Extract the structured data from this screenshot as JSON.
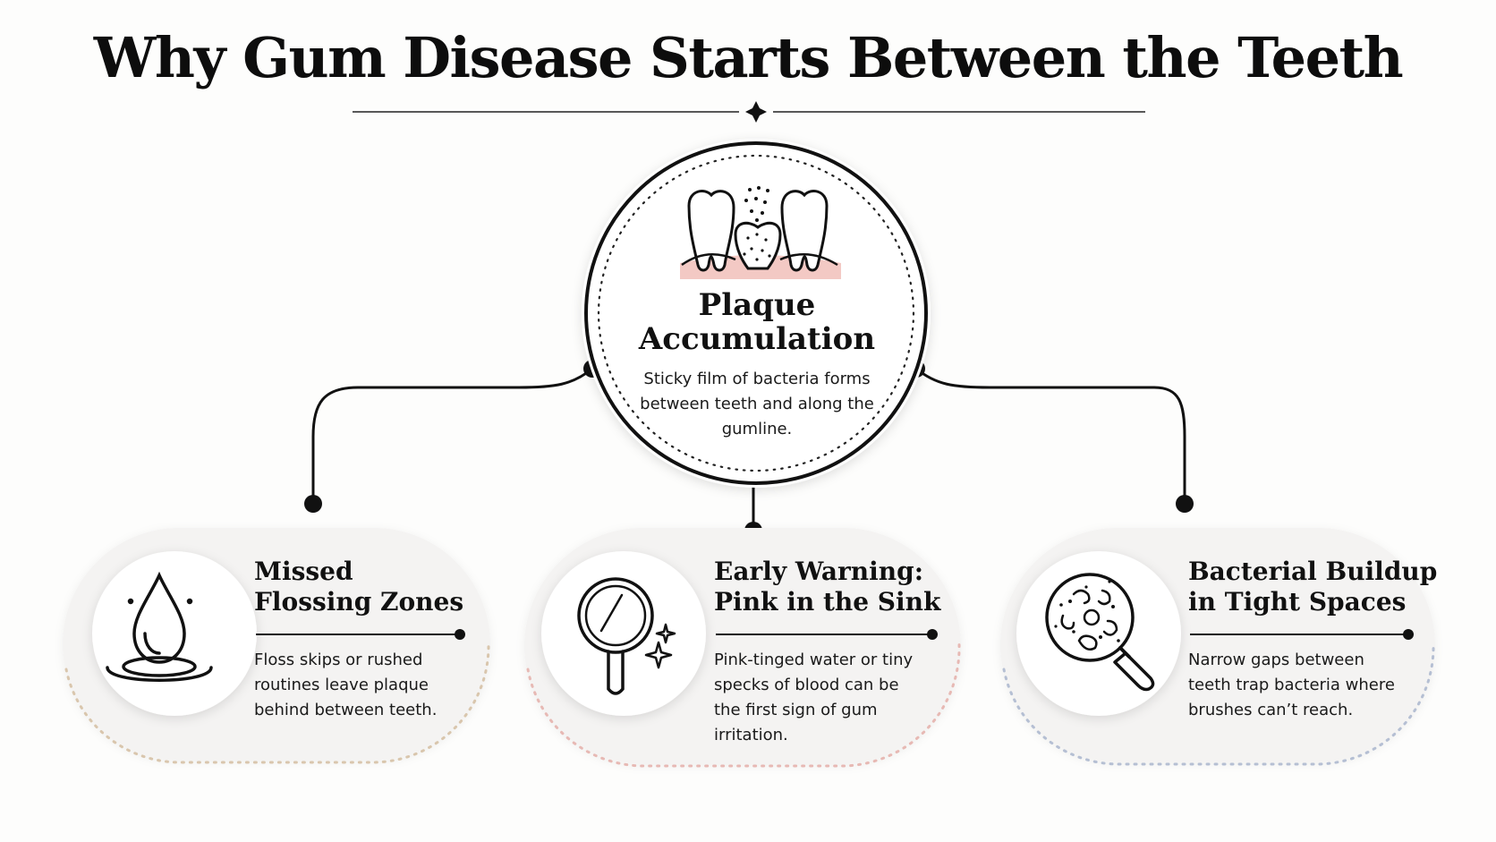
{
  "title": "Why Gum Disease Starts Between the Teeth",
  "colors": {
    "ink": "#111111",
    "gum_pink": "#f3c9c4",
    "card_bg": "#f5f4f3",
    "dots_card1": "#d9c6ad",
    "dots_card2": "#e7b9b4",
    "dots_card3": "#b5bfd3"
  },
  "center": {
    "icon": "teeth-plaque-icon",
    "title": "Plaque Accumulation",
    "description": "Sticky film of bacteria forms between teeth and along the gumline."
  },
  "cards": [
    {
      "icon": "water-drop-icon",
      "title_line1": "Missed",
      "title_line2": "Flossing Zones",
      "description": "Floss skips or rushed routines leave plaque behind between teeth."
    },
    {
      "icon": "hand-mirror-icon",
      "title_line1": "Early Warning:",
      "title_line2": "Pink in the Sink",
      "description": "Pink-tinged water or tiny specks of blood can be the first sign of gum irritation."
    },
    {
      "icon": "magnified-bacteria-icon",
      "title_line1": "Bacterial Buildup",
      "title_line2": "in Tight Spaces",
      "description": "Narrow gaps between teeth trap bacteria where brushes can’t reach."
    }
  ]
}
